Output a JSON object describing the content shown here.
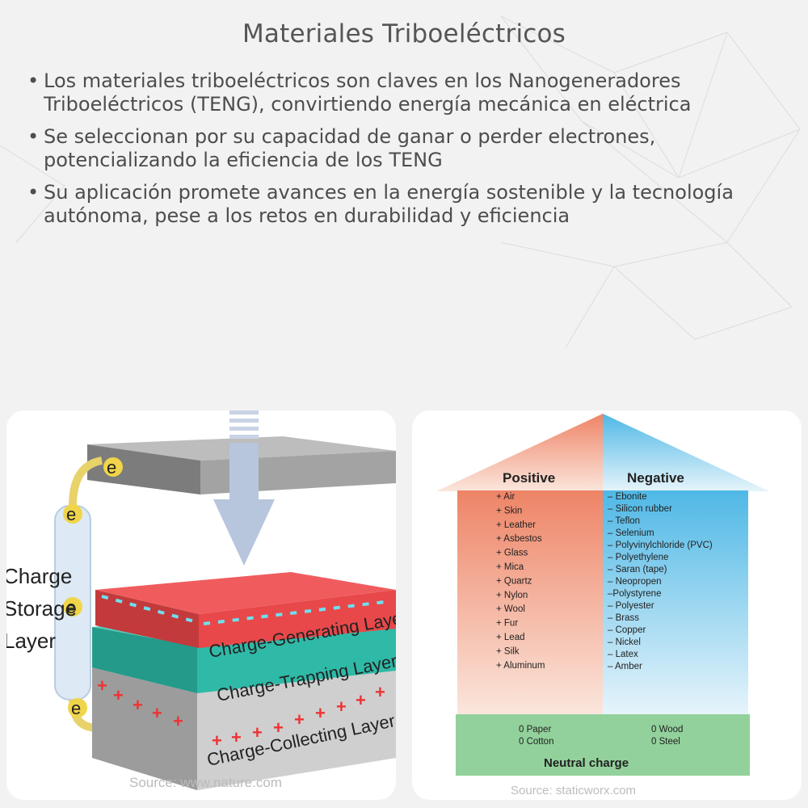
{
  "title": "Materiales Triboeléctricos",
  "bullets": [
    "Los materiales triboeléctricos son claves en los Nanogeneradores Triboeléctricos (TENG), convirtiendo energía mecánica en eléctrica",
    "Se seleccionan por su capacidad de ganar o perder electrones, potencializando la eficiencia de los TENG",
    "Su aplicación promete avances en la energía sostenible y la tecnología autónoma, pese a los retos en durabilidad y eficiencia"
  ],
  "left_diagram": {
    "storage_label": [
      "Charge",
      "Storage",
      "Layer"
    ],
    "electron": "e",
    "layers": [
      "Charge-Generating Layer",
      "Charge-Trapping Layer",
      "Charge-Collecting Layer"
    ],
    "source": "Source: www.nature.com",
    "colors": {
      "generating": "#e8484a",
      "trapping": "#2fb9a7",
      "collecting": "#c9c9c9",
      "top_plate": "#9a9a9a"
    }
  },
  "right_diagram": {
    "positive_heading": "Positive",
    "negative_heading": "Negative",
    "positive": [
      "+ Air",
      "+ Skin",
      "+ Leather",
      "+ Asbestos",
      "+ Glass",
      "+ Mica",
      "+ Quartz",
      "+ Nylon",
      "+ Wool",
      "+ Fur",
      "+ Lead",
      "+ Silk",
      "+ Aluminum"
    ],
    "negative": [
      "– Ebonite",
      "– Silicon rubber",
      "– Teflon",
      "– Selenium",
      "– Polyvinylchloride (PVC)",
      "– Polyethylene",
      "– Saran (tape)",
      "– Neopropen",
      "–Polystyrene",
      "– Polyester",
      "– Brass",
      "– Copper",
      "– Nickel",
      "– Latex",
      "– Amber"
    ],
    "neutral_left": [
      "0 Paper",
      "0 Cotton"
    ],
    "neutral_right": [
      "0 Wood",
      "0 Steel"
    ],
    "neutral_heading": "Neutral charge",
    "source": "Source: staticworx.com",
    "colors": {
      "positive": "#ee8a6e",
      "negative": "#5bbde8",
      "neutral": "#8ccf94"
    }
  }
}
